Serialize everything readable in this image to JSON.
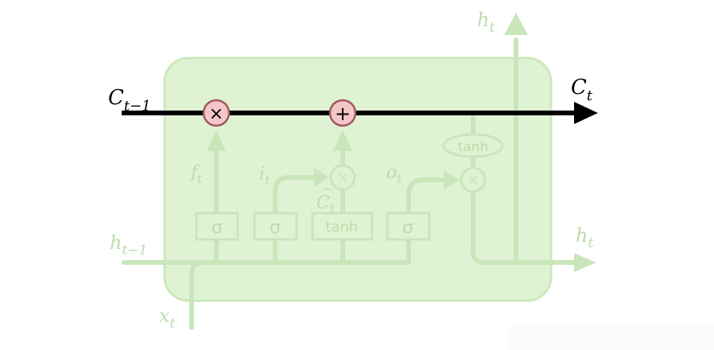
{
  "diagram": {
    "labels": {
      "c_prev": {
        "base": "C",
        "sub": "t−1"
      },
      "c_next": {
        "base": "C",
        "sub": "t"
      },
      "h_prev": {
        "base": "h",
        "sub": "t−1"
      },
      "h_out_top": {
        "base": "h",
        "sub": "t"
      },
      "h_out_right": {
        "base": "h",
        "sub": "t"
      },
      "x_in": {
        "base": "x",
        "sub": "t"
      },
      "forget_gate": {
        "base": "f",
        "sub": "t"
      },
      "input_gate": {
        "base": "i",
        "sub": "t"
      },
      "candidate": {
        "base": "C",
        "sub": "t",
        "accent": "~"
      },
      "output_gate": {
        "base": "o",
        "sub": "t"
      }
    },
    "ops": {
      "multiply": "×",
      "add": "+"
    },
    "layers": {
      "sigma": "σ",
      "tanh": "tanh"
    },
    "colors": {
      "cell_fill": "#dff3d4",
      "cell_stroke": "#cbe8bb",
      "faded": "#c9e6bb",
      "faded_text": "#bcdcac",
      "cell_line": "#000000",
      "op_fill": "#f4c6c8",
      "op_stroke": "#a05a5e"
    }
  }
}
